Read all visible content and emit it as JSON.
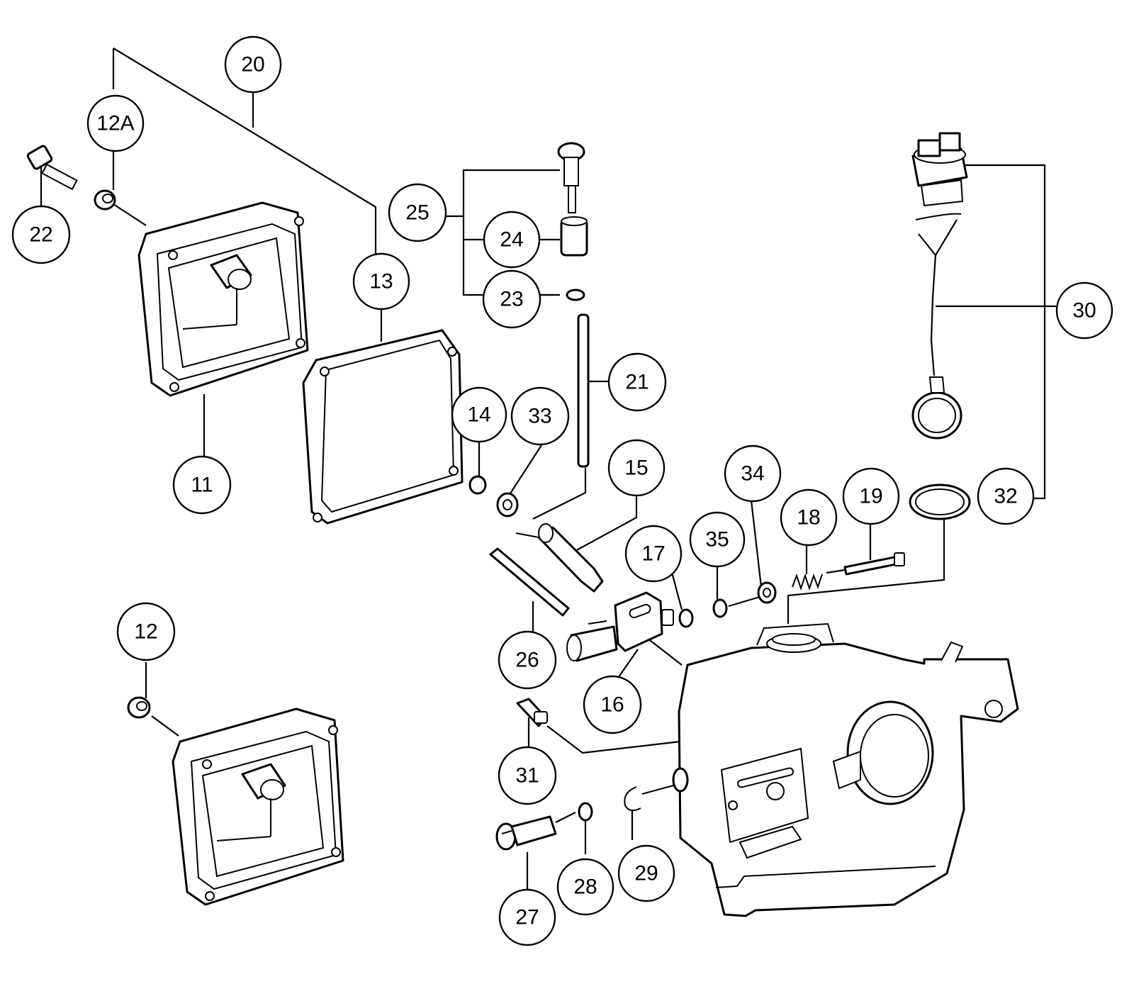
{
  "callouts": [
    {
      "id": "20",
      "label": "20"
    },
    {
      "id": "12A",
      "label": "12A"
    },
    {
      "id": "22",
      "label": "22"
    },
    {
      "id": "25",
      "label": "25"
    },
    {
      "id": "24",
      "label": "24"
    },
    {
      "id": "23",
      "label": "23"
    },
    {
      "id": "13",
      "label": "13"
    },
    {
      "id": "11",
      "label": "11"
    },
    {
      "id": "21",
      "label": "21"
    },
    {
      "id": "14",
      "label": "14"
    },
    {
      "id": "33",
      "label": "33"
    },
    {
      "id": "15",
      "label": "15"
    },
    {
      "id": "30",
      "label": "30"
    },
    {
      "id": "34",
      "label": "34"
    },
    {
      "id": "19",
      "label": "19"
    },
    {
      "id": "32",
      "label": "32"
    },
    {
      "id": "18",
      "label": "18"
    },
    {
      "id": "17",
      "label": "17"
    },
    {
      "id": "35",
      "label": "35"
    },
    {
      "id": "12",
      "label": "12"
    },
    {
      "id": "26",
      "label": "26"
    },
    {
      "id": "16",
      "label": "16"
    },
    {
      "id": "31",
      "label": "31"
    },
    {
      "id": "28",
      "label": "28"
    },
    {
      "id": "29",
      "label": "29"
    },
    {
      "id": "27",
      "label": "27"
    }
  ]
}
